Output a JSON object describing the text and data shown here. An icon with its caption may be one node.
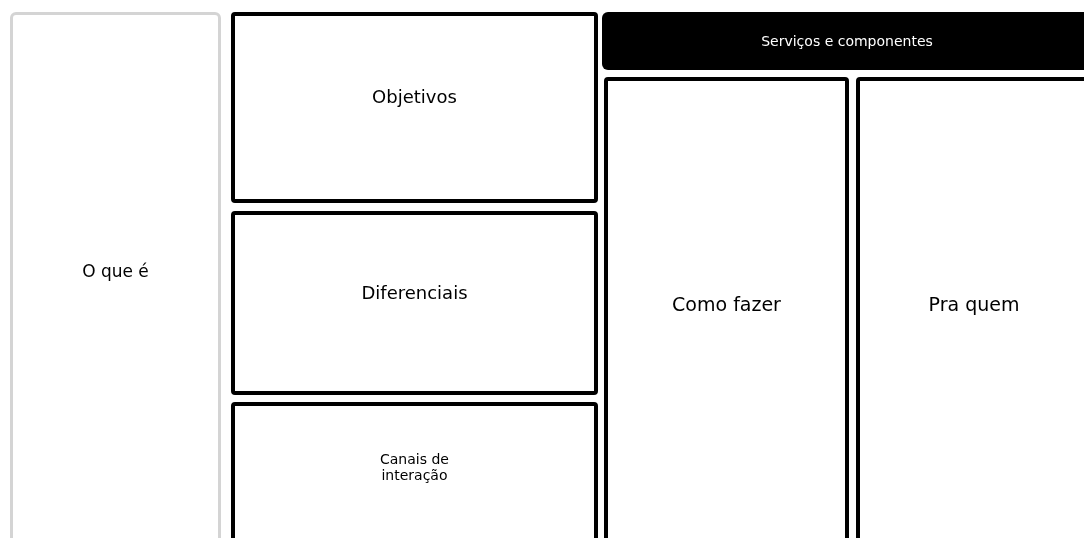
{
  "diagram": {
    "nodes": [
      {
        "text": [
          "O que é"
        ]
      },
      {
        "text": [
          "Objetivos"
        ]
      },
      {
        "text": [
          "Diferenciais"
        ]
      },
      {
        "text": [
          "Canais de interação"
        ]
      },
      {
        "text": [
          "Serviços e componentes"
        ]
      },
      {
        "text": [
          "Como fazer"
        ]
      },
      {
        "text": [
          "Pra quem"
        ]
      }
    ]
  }
}
